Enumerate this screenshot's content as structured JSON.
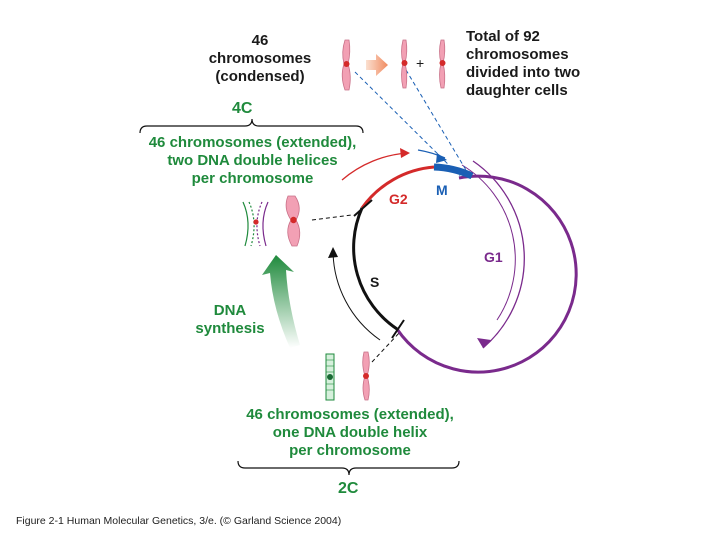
{
  "top_left_label": [
    "46",
    "chromosomes",
    "(condensed)"
  ],
  "top_right_label": [
    "Total of 92",
    "chromosomes",
    "divided into two",
    "daughter cells"
  ],
  "plus_sign": "+",
  "label_4c": "4C",
  "label_4c_desc": [
    "46 chromosomes (extended),",
    "two DNA double helices",
    "per chromosome"
  ],
  "dna_synthesis": [
    "DNA",
    "synthesis"
  ],
  "phases": {
    "m": "M",
    "g2": "G2",
    "g1": "G1",
    "s": "S"
  },
  "bottom_desc": [
    "46 chromosomes (extended),",
    "one DNA double helix",
    "per chromosome"
  ],
  "label_2c": "2C",
  "caption": "Figure 2-1  Human Molecular Genetics, 3/e.  (© Garland Science 2004)",
  "colors": {
    "pink": "#f2a0b4",
    "red": "#d42a2a",
    "purple": "#7a2a8c",
    "green": "#1f8a3c",
    "blue": "#1a5fb4"
  }
}
